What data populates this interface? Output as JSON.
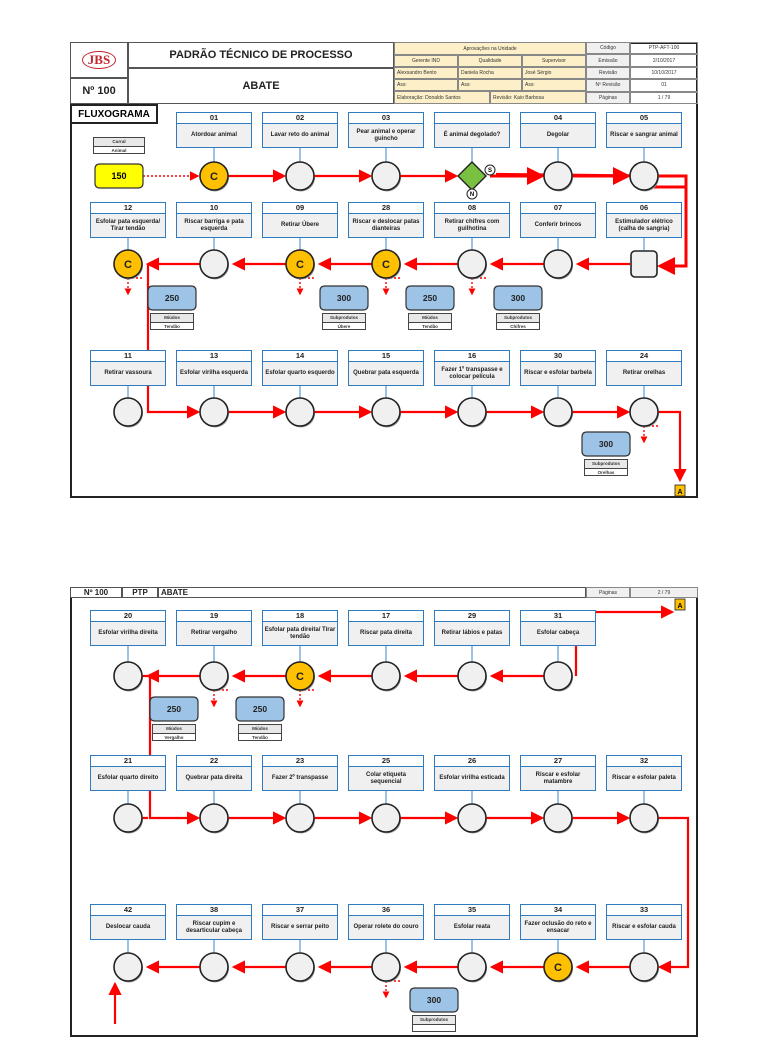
{
  "page1": {
    "logo": "JBS",
    "doc_number": "Nº 100",
    "title": "PADRÃO TÉCNICO DE PROCESSO",
    "subtitle": "ABATE",
    "section_label": "FLUXOGRAMA",
    "approvals": {
      "header": "Aprovações na Unidade",
      "roles": [
        "Gerente IND",
        "Qualidade",
        "Supervisor"
      ],
      "names": [
        "Alexsandro Bento",
        "Daniela Rocha",
        "José Sérgio"
      ],
      "signatures": [
        "Ass:",
        "Ass:",
        "Ass:"
      ],
      "elaboracao": "Elaboração: Donaldo Santos",
      "revisao": "Revisão: Kaio Barbosa"
    },
    "meta": [
      {
        "label": "Código",
        "value": "PTP-AFT-100"
      },
      {
        "label": "Emissão",
        "value": "2/10/2017"
      },
      {
        "label": "Revisão",
        "value": "10/10/2017"
      },
      {
        "label": "Nº Revisão",
        "value": "01"
      },
      {
        "label": "Páginas",
        "value": "1   /   79"
      }
    ],
    "input": {
      "label1": "Curral",
      "label2": "Animal",
      "value": "150"
    },
    "row1": [
      {
        "num": "01",
        "label": "Atordoar animal",
        "node": "control",
        "node_label": "C"
      },
      {
        "num": "02",
        "label": "Lavar reto do animal",
        "node": "circle"
      },
      {
        "num": "03",
        "label": "Pear animal e operar guincho",
        "node": "circle"
      },
      {
        "num": "",
        "label": "É animal degolado?",
        "node": "decision",
        "yes": "S",
        "no": "N"
      },
      {
        "num": "04",
        "label": "Degolar",
        "node": "circle"
      },
      {
        "num": "05",
        "label": "Riscar e sangrar animal",
        "node": "circle"
      }
    ],
    "row2": [
      {
        "num": "12",
        "label": "Esfolar pata esquerda/ Tirar tendão",
        "node": "control",
        "node_label": "C"
      },
      {
        "num": "10",
        "label": "Riscar barriga e pata esquerda",
        "node": "circle"
      },
      {
        "num": "09",
        "label": "Retirar Úbere",
        "node": "control",
        "node_label": "C"
      },
      {
        "num": "28",
        "label": "Riscar e deslocar patas dianteiras",
        "node": "control",
        "node_label": "C"
      },
      {
        "num": "08",
        "label": "Retirar chifres com guilhotina",
        "node": "circle"
      },
      {
        "num": "07",
        "label": "Conferir brincos",
        "node": "circle"
      },
      {
        "num": "06",
        "label": "Estimulador elétrico (calha de sangria)",
        "node": "square"
      }
    ],
    "row2_outputs": [
      {
        "value": "250",
        "line1": "Miúdos",
        "line2": "Tendão"
      },
      {
        "value": "300",
        "line1": "Subprodutos",
        "line2": "Úbere"
      },
      {
        "value": "250",
        "line1": "Miúdos",
        "line2": "Tendão"
      },
      {
        "value": "300",
        "line1": "Subprodutos",
        "line2": "Chifres"
      }
    ],
    "row3": [
      {
        "num": "11",
        "label": "Retirar vassoura",
        "node": "circle"
      },
      {
        "num": "13",
        "label": "Esfolar virilha esquerda",
        "node": "circle"
      },
      {
        "num": "14",
        "label": "Esfolar quarto esquerdo",
        "node": "circle"
      },
      {
        "num": "15",
        "label": "Quebrar pata esquerda",
        "node": "circle"
      },
      {
        "num": "16",
        "label": "Fazer 1º transpasse e colocar película",
        "node": "circle"
      },
      {
        "num": "30",
        "label": "Riscar e esfolar barbela",
        "node": "circle"
      },
      {
        "num": "24",
        "label": "Retirar orelhas",
        "node": "circle"
      }
    ],
    "row3_outputs": [
      {
        "value": "300",
        "line1": "Subprodutos",
        "line2": "Orelhas"
      }
    ],
    "connector": "A"
  },
  "page2": {
    "doc_number": "Nº 100",
    "doc_type": "PTP",
    "subtitle": "ABATE",
    "pages_label": "Páginas",
    "pages_value": "2   /   79",
    "connector": "A",
    "row1": [
      {
        "num": "20",
        "label": "Esfolar virilha direita",
        "node": "circle"
      },
      {
        "num": "19",
        "label": "Retirar vergalho",
        "node": "circle"
      },
      {
        "num": "18",
        "label": "Esfolar pata direita/ Tirar tendão",
        "node": "control",
        "node_label": "C"
      },
      {
        "num": "17",
        "label": "Riscar pata direita",
        "node": "circle"
      },
      {
        "num": "29",
        "label": "Retirar lábios e patas",
        "node": "circle"
      },
      {
        "num": "31",
        "label": "Esfolar cabeça",
        "node": "circle"
      }
    ],
    "row1_outputs": [
      {
        "value": "250",
        "line1": "Miúdos",
        "line2": "Vergalho"
      },
      {
        "value": "250",
        "line1": "Miúdos",
        "line2": "Tendão"
      }
    ],
    "row2": [
      {
        "num": "21",
        "label": "Esfolar quarto direito",
        "node": "circle"
      },
      {
        "num": "22",
        "label": "Quebrar pata direita",
        "node": "circle"
      },
      {
        "num": "23",
        "label": "Fazer 2º transpasse",
        "node": "circle"
      },
      {
        "num": "25",
        "label": "Colar etiqueta sequencial",
        "node": "circle"
      },
      {
        "num": "26",
        "label": "Esfolar virilha esticada",
        "node": "circle"
      },
      {
        "num": "27",
        "label": "Riscar e esfolar matambre",
        "node": "circle"
      },
      {
        "num": "32",
        "label": "Riscar e esfolar paleta",
        "node": "circle"
      }
    ],
    "row3": [
      {
        "num": "42",
        "label": "Deslocar cauda",
        "node": "circle"
      },
      {
        "num": "38",
        "label": "Riscar cupim e desarticular cabeça",
        "node": "circle"
      },
      {
        "num": "37",
        "label": "Riscar e serrar peito",
        "node": "circle"
      },
      {
        "num": "36",
        "label": "Operar rolete do couro",
        "node": "circle"
      },
      {
        "num": "35",
        "label": "Esfolar reata",
        "node": "circle"
      },
      {
        "num": "34",
        "label": "Fazer oclusão do reto e ensacar",
        "node": "control",
        "node_label": "C"
      },
      {
        "num": "33",
        "label": "Riscar e esfolar cauda",
        "node": "circle"
      }
    ],
    "row3_outputs": [
      {
        "value": "300",
        "line1": "Subprodutos",
        "line2": ""
      }
    ]
  },
  "colors": {
    "flow_line": "#ff0000",
    "step_border": "#2e7bbf",
    "control_node": "#ffc000",
    "decision_node": "#7ac142",
    "output_tag": "#9dc3e6",
    "input_tag": "#ffff00",
    "approval_bg": "#fdf0c8"
  }
}
